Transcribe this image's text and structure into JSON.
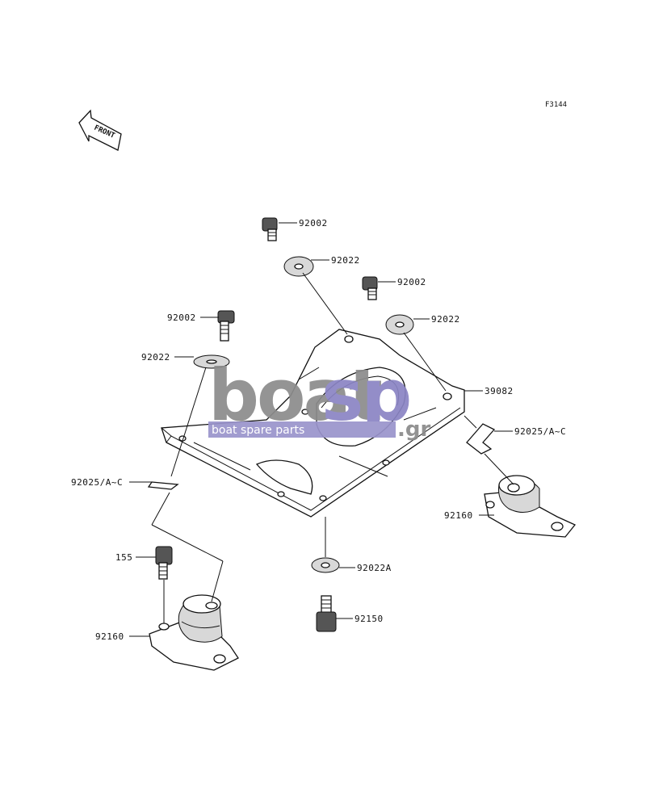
{
  "figure": {
    "code": "F3144"
  },
  "front_marker": {
    "label": "FRONT",
    "icon": "front-arrow-icon"
  },
  "watermark": {
    "brand_part1": "boat",
    "brand_part2": "sp",
    "suffix": ".gr",
    "tagline": "boat spare parts",
    "colors": {
      "gray": "#8c8c8c",
      "purple": "#8a84c4",
      "band": "#9a94cc"
    }
  },
  "callouts": [
    {
      "part_no": "92002"
    },
    {
      "part_no": "92022"
    },
    {
      "part_no": "92002"
    },
    {
      "part_no": "92022"
    },
    {
      "part_no": "92002"
    },
    {
      "part_no": "92022"
    },
    {
      "part_no": "39082"
    },
    {
      "part_no": "92025/A~C"
    },
    {
      "part_no": "92025/A~C"
    },
    {
      "part_no": "92160"
    },
    {
      "part_no": "155"
    },
    {
      "part_no": "92022A"
    },
    {
      "part_no": "92150"
    },
    {
      "part_no": "92160"
    }
  ]
}
